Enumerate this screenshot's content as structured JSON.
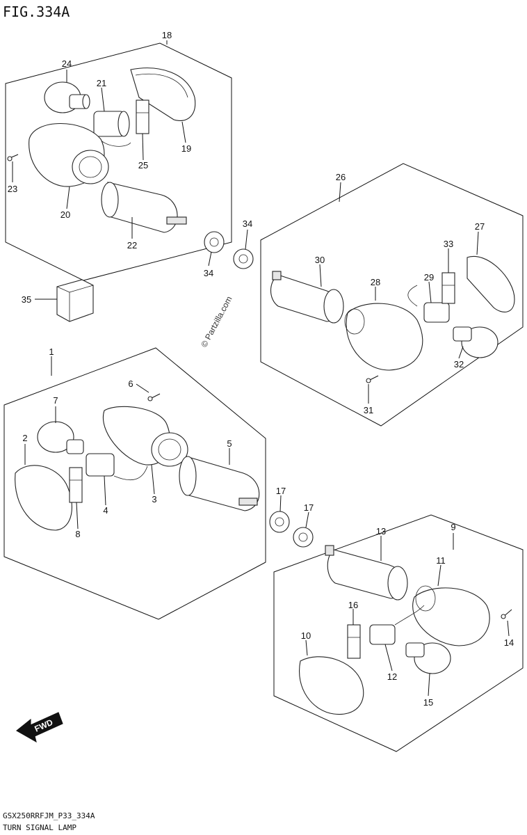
{
  "title": "FIG.334A",
  "footer": {
    "code": "GSX250RRFJM_P33_334A",
    "caption": "TURN SIGNAL LAMP"
  },
  "watermark": "© Partzilla.com",
  "fwd_label": "FWD",
  "callouts": {
    "c1": "1",
    "c2": "2",
    "c3": "3",
    "c4": "4",
    "c5": "5",
    "c6": "6",
    "c7": "7",
    "c8": "8",
    "c9": "9",
    "c10": "10",
    "c11": "11",
    "c12": "12",
    "c13": "13",
    "c14": "14",
    "c15": "15",
    "c16": "16",
    "c17a": "17",
    "c17b": "17",
    "c18": "18",
    "c19": "19",
    "c20": "20",
    "c21": "21",
    "c22": "22",
    "c23": "23",
    "c24": "24",
    "c25": "25",
    "c26": "26",
    "c27": "27",
    "c28": "28",
    "c29": "29",
    "c30": "30",
    "c31": "31",
    "c32": "32",
    "c33": "33",
    "c34a": "34",
    "c34b": "34",
    "c35": "35"
  }
}
